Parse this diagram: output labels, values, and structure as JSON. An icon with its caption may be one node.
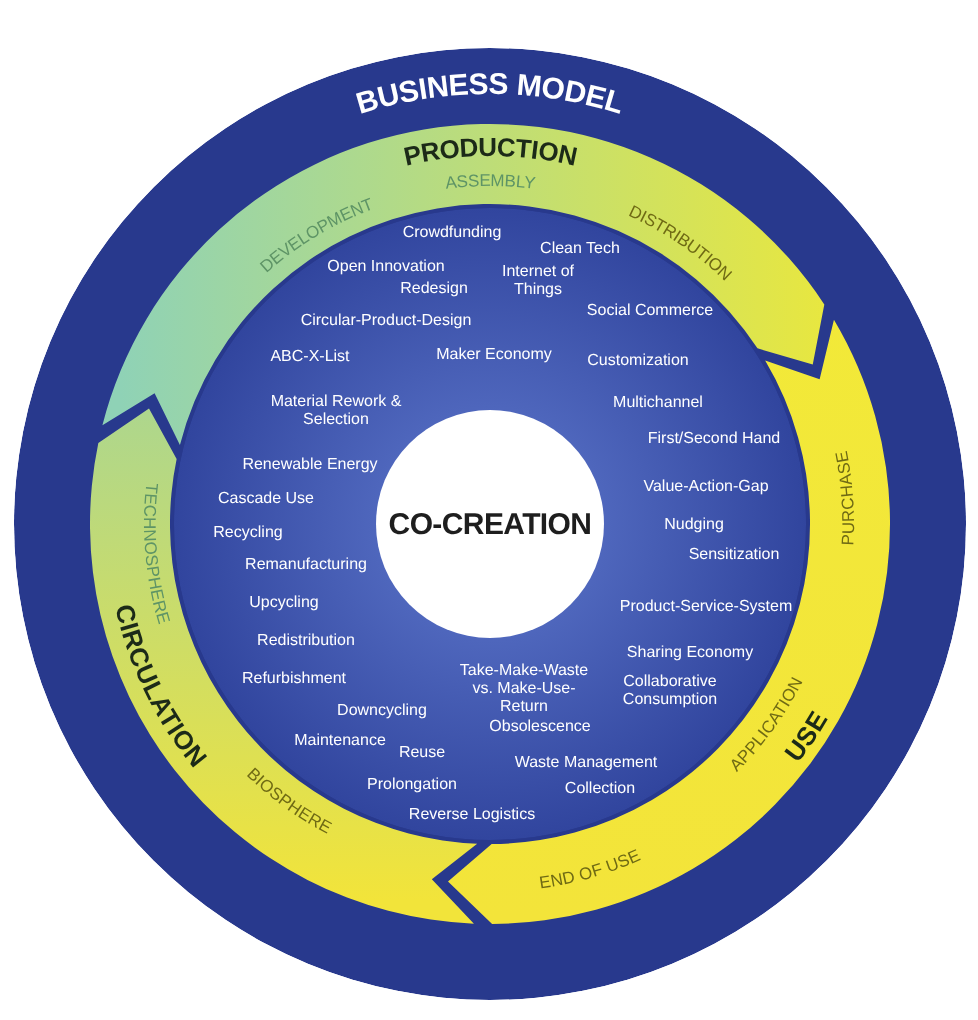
{
  "diagram": {
    "nodes": [
      {
        "text": [
          "BUSINESS MODEL"
        ]
      },
      {
        "text": [
          "PRODUCTION",
          "DEVELOPMENT",
          "ASSEMBLY",
          "DISTRIBUTION"
        ],
        "in": 0
      },
      {
        "text": [
          "USE",
          "PURCHASE",
          "APPLICATION",
          "END OF USE"
        ],
        "in": 0
      },
      {
        "text": [
          "CIRCULATION",
          "TECHNOSPHERE",
          "BIOSPHERE"
        ],
        "in": 0
      },
      {
        "text": [
          "Crowdfunding",
          "Open Innovation",
          "Clean Tech",
          "Redesign",
          "Internet of Things",
          "Social Commerce",
          "Circular-Product-Design",
          "ABC-X-List",
          "Maker Economy",
          "Customization",
          "Material Rework & Selection",
          "Multichannel",
          "First/Second Hand",
          "Renewable Energy",
          "Value-Action-Gap",
          "Cascade Use",
          "Nudging",
          "Recycling",
          "Sensitization",
          "Remanufacturing",
          "Upcycling",
          "Product-Service-System",
          "Redistribution",
          "Sharing Economy",
          "Refurbishment",
          "Take-Make-Waste vs. Make-Use-Return",
          "Collaborative Consumption",
          "Downcycling",
          "Obsolescence",
          "Maintenance",
          "Reuse",
          "Waste Management",
          "Prolongation",
          "Collection",
          "Reverse Logistics"
        ],
        "in": 0
      },
      {
        "text": [
          "CO-CREATION"
        ],
        "in": 4
      }
    ]
  }
}
